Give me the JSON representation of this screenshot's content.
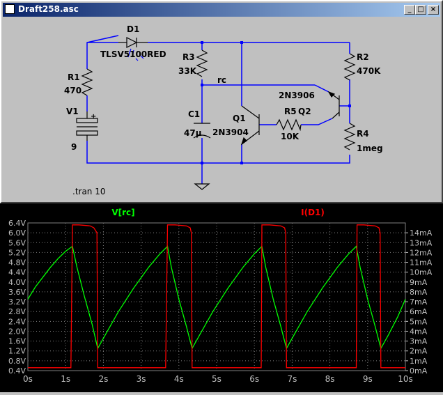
{
  "window": {
    "title": "Draft258.asc",
    "min_label": "_",
    "max_label": "□",
    "close_label": "×"
  },
  "schematic": {
    "d1_name": "D1",
    "d1_value": "TLSV5100RED",
    "r1_name": "R1",
    "r1_value": "470",
    "v1_name": "V1",
    "v1_value": "9",
    "v1_plus": "+",
    "r3_name": "R3",
    "r3_value": "33K",
    "rc_label": "rc",
    "c1_name": "C1",
    "c1_value": "47µ",
    "q1_name": "Q1",
    "q1_value": "2N3904",
    "q2_name": "Q2",
    "q2_value": "2N3906",
    "r5_name": "R5",
    "r5_value": "10K",
    "r2_name": "R2",
    "r2_value": "470K",
    "r4_name": "R4",
    "r4_value": "1meg",
    "directive": ".tran 10"
  },
  "colors": {
    "wire": "#0000ff",
    "component": "#000000",
    "node": "#0000ff",
    "plot_bg": "#000000",
    "grid": "#808080",
    "vrc": "#00ff00",
    "id1": "#ff0000",
    "frame": "#c0c0c0"
  },
  "chart_data": {
    "type": "line",
    "x_ticks": [
      "0s",
      "1s",
      "2s",
      "3s",
      "4s",
      "5s",
      "6s",
      "7s",
      "8s",
      "9s",
      "10s"
    ],
    "xlim": [
      0,
      10
    ],
    "y_left_ticks": [
      "0.4V",
      "0.8V",
      "1.2V",
      "1.6V",
      "2.0V",
      "2.4V",
      "2.8V",
      "3.2V",
      "3.6V",
      "4.0V",
      "4.4V",
      "4.8V",
      "5.2V",
      "5.6V",
      "6.0V",
      "6.4V"
    ],
    "ylim_left": [
      0.4,
      6.4
    ],
    "y_right_ticks": [
      "0mA",
      "1mA",
      "2mA",
      "3mA",
      "4mA",
      "5mA",
      "6mA",
      "7mA",
      "8mA",
      "9mA",
      "10mA",
      "11mA",
      "12mA",
      "13mA",
      "14mA"
    ],
    "ylim_right": [
      0,
      15
    ],
    "grid": true,
    "series": [
      {
        "name": "V[rc]",
        "axis": "left",
        "color": "#00ff00",
        "x": [
          0,
          0.2,
          0.4,
          0.6,
          0.8,
          1.0,
          1.18,
          1.3,
          1.5,
          1.7,
          1.85,
          2.05,
          2.4,
          2.8,
          3.2,
          3.5,
          3.7,
          3.8,
          4.0,
          4.2,
          4.35,
          4.55,
          4.9,
          5.3,
          5.7,
          6.0,
          6.2,
          6.3,
          6.5,
          6.7,
          6.85,
          7.05,
          7.4,
          7.8,
          8.2,
          8.5,
          8.7,
          8.8,
          9.0,
          9.2,
          9.35,
          9.55,
          9.8,
          10.0
        ],
        "values": [
          3.3,
          3.8,
          4.2,
          4.6,
          4.95,
          5.25,
          5.45,
          4.6,
          3.4,
          2.3,
          1.3,
          1.85,
          2.8,
          3.75,
          4.6,
          5.15,
          5.45,
          4.6,
          3.3,
          2.2,
          1.3,
          1.85,
          2.8,
          3.75,
          4.6,
          5.15,
          5.45,
          4.6,
          3.3,
          2.2,
          1.3,
          1.85,
          2.8,
          3.75,
          4.6,
          5.15,
          5.45,
          4.6,
          3.3,
          2.2,
          1.3,
          1.85,
          2.6,
          3.3
        ]
      },
      {
        "name": "I(D1)",
        "axis": "right",
        "color": "#ff0000",
        "x": [
          0,
          1.14,
          1.18,
          1.35,
          1.65,
          1.75,
          1.83,
          1.85,
          3.6,
          3.65,
          3.7,
          3.9,
          4.2,
          4.3,
          4.33,
          4.35,
          6.13,
          6.18,
          6.2,
          6.4,
          6.7,
          6.8,
          6.83,
          6.85,
          8.65,
          8.7,
          8.72,
          8.9,
          9.2,
          9.3,
          9.33,
          9.35,
          10.0
        ],
        "values": [
          0.3,
          0.3,
          14.8,
          14.8,
          14.7,
          14.5,
          14.0,
          0.3,
          0.3,
          0.3,
          14.8,
          14.8,
          14.7,
          14.5,
          14.0,
          0.3,
          0.3,
          0.3,
          14.8,
          14.8,
          14.7,
          14.5,
          14.0,
          0.3,
          0.3,
          0.3,
          14.8,
          14.8,
          14.7,
          14.5,
          14.0,
          0.3,
          0.3
        ]
      }
    ]
  }
}
